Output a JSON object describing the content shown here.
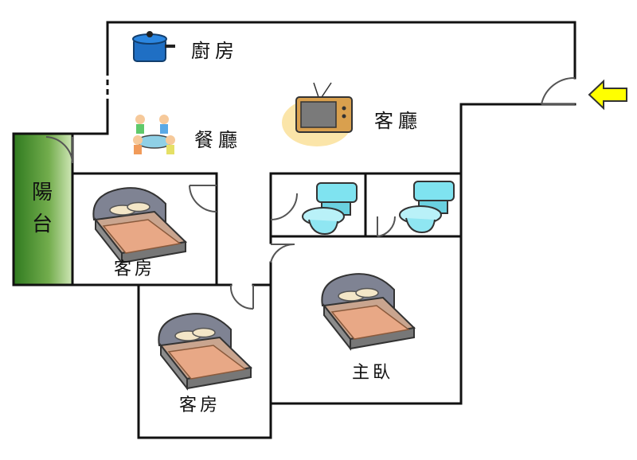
{
  "rooms": {
    "kitchen": "廚房",
    "living": "客廳",
    "dining": "餐廳",
    "balcony_line1": "陽",
    "balcony_line2": "台",
    "guest_room_1": "客房",
    "guest_room_2": "客房",
    "master_bedroom": "主臥"
  },
  "colors": {
    "wall": "#111111",
    "balcony_green": "#3f8a2a",
    "entrance_arrow": "#ffff00",
    "pot_blue": "#1f6fc4",
    "toilet_cyan": "#7fe3f0",
    "bed_blanket": "#e8a886"
  },
  "icons": [
    "pot-icon",
    "family-dining-icon",
    "tv-icon",
    "toilet-icon",
    "bed-icon",
    "entrance-arrow-icon"
  ]
}
